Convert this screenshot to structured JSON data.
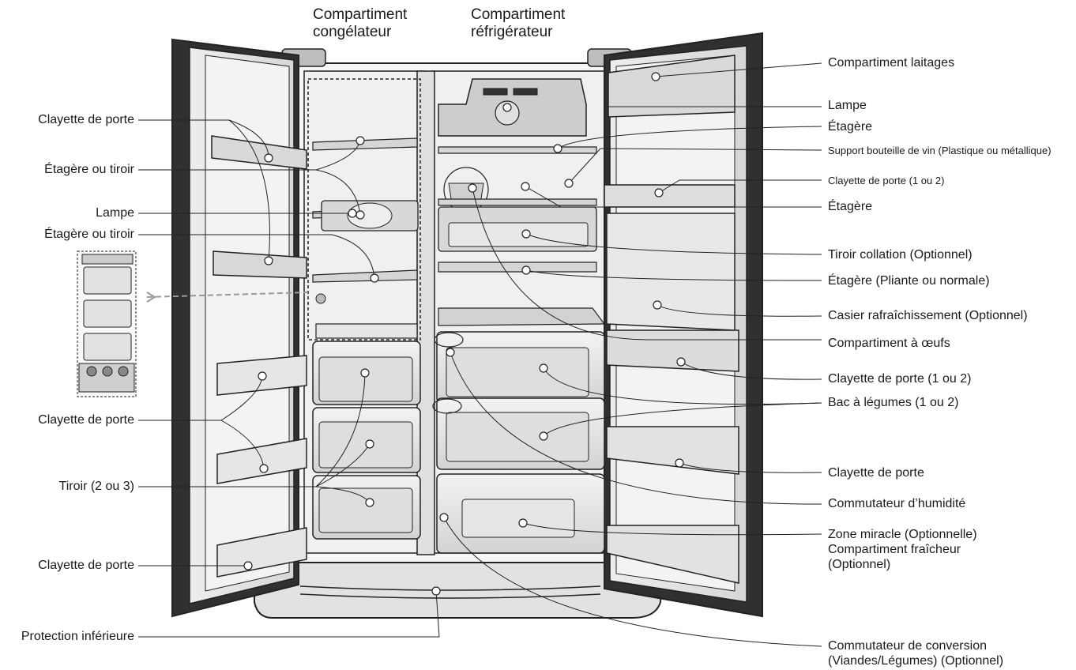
{
  "headers": {
    "freezer": [
      "Compartiment",
      "congélateur"
    ],
    "fridge": [
      "Compartiment",
      "réfrigérateur"
    ]
  },
  "labels_left": [
    "Clayette de porte",
    "Étagère ou tiroir",
    "Lampe",
    "Étagère ou tiroir",
    "Clayette de porte",
    "Tiroir (2 ou 3)",
    "Clayette de porte",
    "Protection inférieure"
  ],
  "labels_right": [
    "Compartiment laitages",
    "Lampe",
    "Étagère",
    "Support bouteille de vin (Plastique ou métallique)",
    "Clayette de porte (1 ou 2)",
    "Étagère",
    "Tiroir collation (Optionnel)",
    "Étagère (Pliante ou normale)",
    "Casier rafraîchissement (Optionnel)",
    "Compartiment à œufs",
    "Clayette de porte (1 ou 2)",
    "Bac à légumes (1 ou 2)",
    "Clayette de porte",
    "Commutateur d’humidité",
    [
      "Zone miracle (Optionnelle)",
      "Compartiment fraîcheur",
      "(Optionnel)"
    ],
    [
      "Commutateur de conversion",
      "(Viandes/Légumes) (Optionnel)"
    ]
  ],
  "colors": {
    "line": "#222222",
    "fill_light": "#e4e4e4",
    "fill_mid": "#cfcfcf"
  }
}
